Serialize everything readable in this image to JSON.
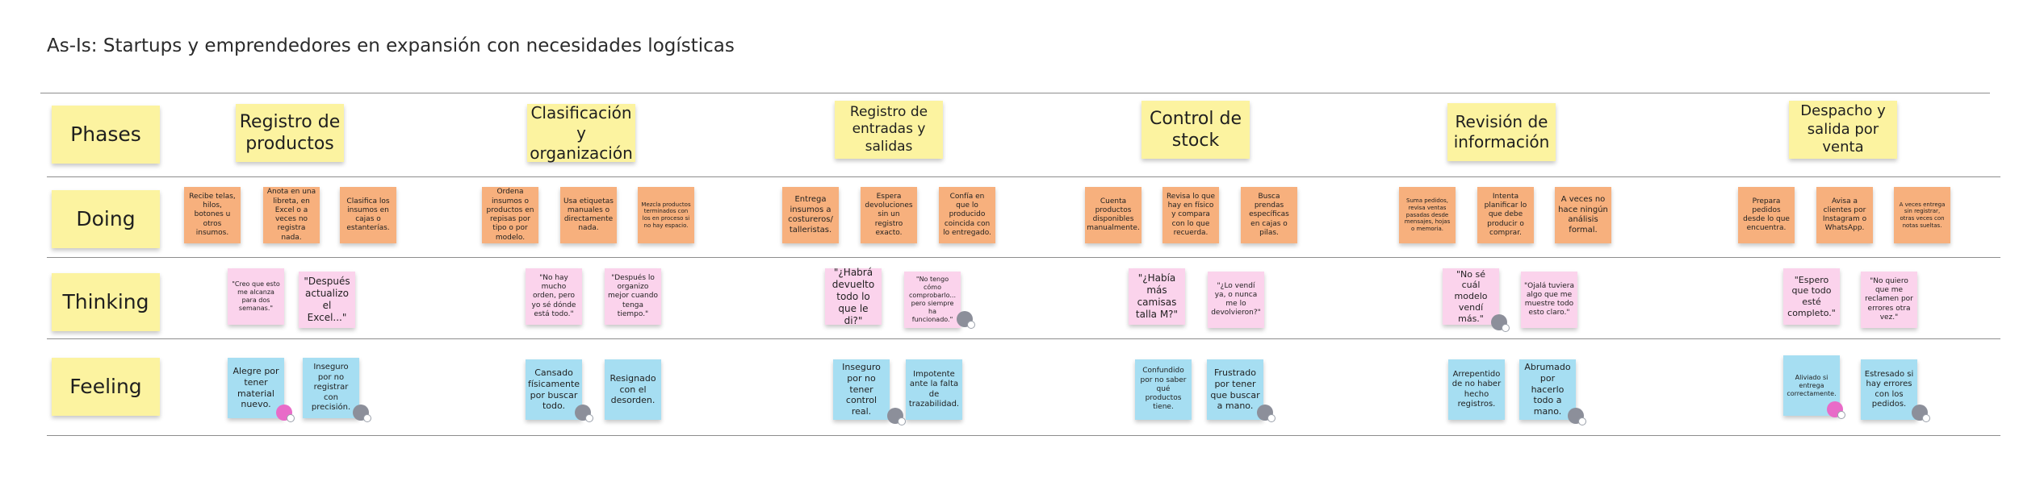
{
  "board": {
    "title": "As-Is: Startups y emprendedores en expansión con necesidades logísticas"
  },
  "rows": {
    "phases": "Phases",
    "doing": "Doing",
    "thinking": "Thinking",
    "feeling": "Feeling"
  },
  "phases": [
    "Registro de productos",
    "Clasificación y organización",
    "Registro de entradas y salidas",
    "Control de stock",
    "Revisión de información",
    "Despacho y salida por venta"
  ],
  "doing": [
    "Recibe telas, hilos, botones u otros insumos.",
    "Anota en una libreta, en Excel o a veces no registra nada.",
    "Clasifica los insumos en cajas o estanterías.",
    "Ordena insumos o productos en repisas por tipo o por modelo.",
    "Usa etiquetas manuales o directamente nada.",
    "Mezcla productos terminados con los en proceso si no hay espacio.",
    "Entrega insumos a costureros/ talleristas.",
    "Espera devoluciones sin un registro exacto.",
    "Confía en que lo producido coincida con lo entregado.",
    "Cuenta productos disponibles manualmente.",
    "Revisa lo que hay en físico y compara con lo que recuerda.",
    "Busca prendas específicas en cajas o pilas.",
    "Suma pedidos, revisa ventas pasadas desde mensajes, hojas o memoria.",
    "Intenta planificar lo que debe producir o comprar.",
    "A veces no hace ningún análisis formal.",
    "Prepara pedidos desde lo que encuentra.",
    "Avisa a clientes por Instagram o WhatsApp.",
    "A veces entrega sin registrar, otras veces con notas sueltas."
  ],
  "thinking": [
    "\"Creo que esto me alcanza para dos semanas.\"",
    "\"Después actualizo el Excel...\"",
    "\"No hay mucho orden, pero yo sé dónde está todo.\"",
    "\"Después lo organizo mejor cuando tenga tiempo.\"",
    "\"¿Habrá devuelto todo lo que le di?\"",
    "\"No tengo cómo comprobarlo... pero siempre ha funcionado.\"",
    "\"¿Había más camisas talla M?\"",
    "\"¿Lo vendí ya, o nunca me lo devolvieron?\"",
    "\"No sé cuál modelo vendí más.\"",
    "\"Ojalá tuviera algo que me muestre todo esto claro.\"",
    "\"Espero que todo esté completo.\"",
    "\"No quiero que me reclamen por errores otra vez.\""
  ],
  "feeling": [
    "Alegre por tener material nuevo.",
    "Inseguro por no registrar con precisión.",
    "Cansado físicamente por buscar todo.",
    "Resignado con el desorden.",
    "Inseguro por no tener control real.",
    "Impotente ante la falta de trazabilidad.",
    "Confundido por no saber qué productos tiene.",
    "Frustrado por tener que buscar a mano.",
    "Arrepentido de no haber hecho registros.",
    "Abrumado por hacerlo todo a mano.",
    "Aliviado si entrega correctamente.",
    "Estresado si hay errores con los pedidos."
  ],
  "colors": {
    "phase_note": "#fcf3a0",
    "doing_note": "#f7b07d",
    "thinking_note": "#fbd3ec",
    "feeling_note": "#a6def2"
  }
}
